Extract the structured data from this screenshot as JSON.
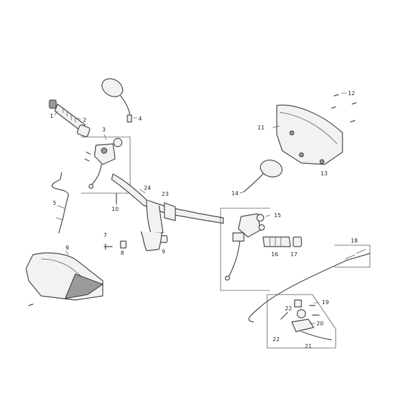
{
  "callouts": [
    "1",
    "2",
    "3",
    "4",
    "5",
    "6",
    "7",
    "8",
    "9",
    "10",
    "11",
    "12",
    "13",
    "14",
    "15",
    "16",
    "17",
    "18",
    "19",
    "20",
    "21",
    "22",
    "22",
    "23",
    "24"
  ]
}
